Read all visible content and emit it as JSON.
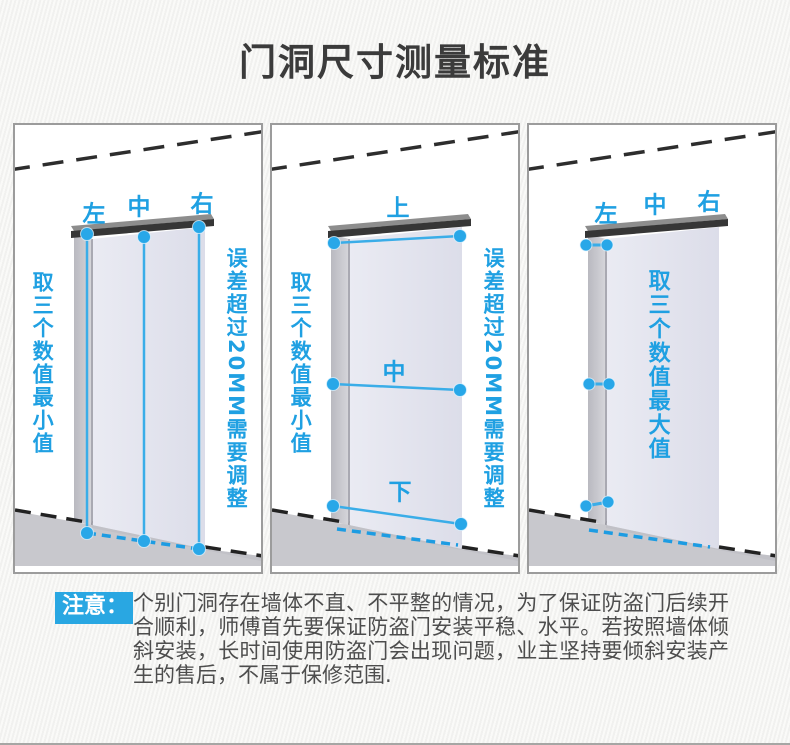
{
  "page": {
    "title": "门洞尺寸测量标准"
  },
  "panels": {
    "width": {
      "labels": {
        "left": "左",
        "middle": "中",
        "right": "右"
      },
      "left_caption": "取三个数值最小值",
      "right_caption": "误差超过20MM需要调整"
    },
    "height": {
      "labels": {
        "top": "上",
        "middle": "中",
        "bottom": "下"
      },
      "left_caption": "取三个数值最小值",
      "right_caption": "误差超过20MM需要调整"
    },
    "depth": {
      "labels": {
        "left": "左",
        "middle": "中",
        "right": "右"
      },
      "center_caption": "取三个数值最大值"
    }
  },
  "note": {
    "badge": "注意：",
    "text": "个别门洞存在墙体不直、不平整的情况，为了保证防盗门后续开合顺利，师傅首先要保证防盗门安装平稳、水平。若按照墙体倾斜安装，长时间使用防盗门会出现问题，业主坚持要倾斜安装产生的售后，不属于保修范围."
  },
  "colors": {
    "accent_blue": "#1fa0e2",
    "measure_line_blue": "#3aade8",
    "badge_bg": "#29a7e2",
    "door_face": "#e0e1ec"
  }
}
